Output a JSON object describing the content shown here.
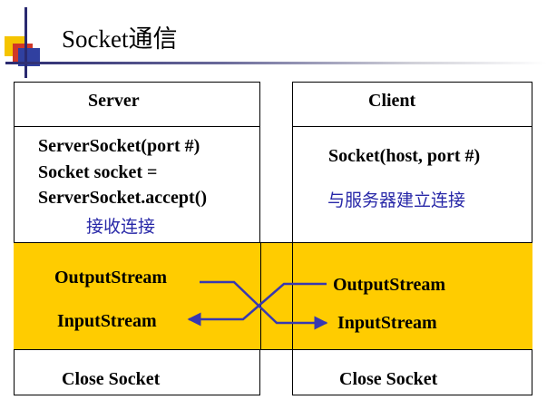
{
  "title": "Socket通信",
  "server": {
    "header": "Server",
    "code_lines": [
      "ServerSocket(port #)",
      "Socket socket =",
      "ServerSocket.accept()"
    ],
    "note": "接收连接",
    "output_stream": "OutputStream",
    "input_stream": "InputStream",
    "close": "Close Socket"
  },
  "client": {
    "header": "Client",
    "code_line": "Socket(host, port #)",
    "note": "与服务器建立连接",
    "output_stream": "OutputStream",
    "input_stream": "InputStream",
    "close": "Close Socket"
  },
  "colors": {
    "stream_band": "#FFCC00",
    "note_text": "#2828A8",
    "arrow": "#3838B0",
    "logo_yellow": "#F5C400",
    "logo_red": "#D03828",
    "logo_blue": "#3040A0"
  }
}
